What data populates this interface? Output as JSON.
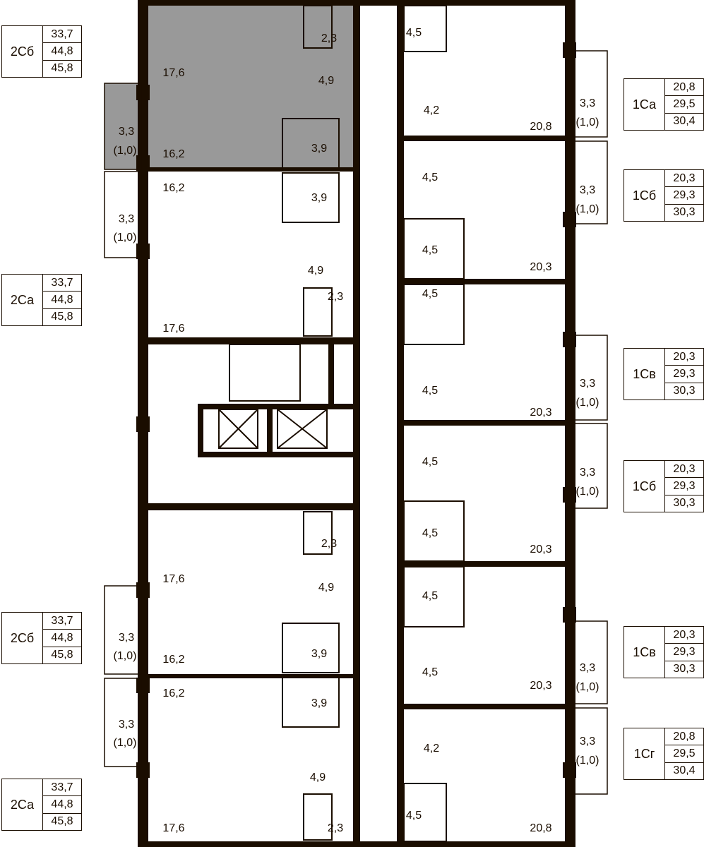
{
  "colors": {
    "wall": "#1a0d00",
    "highlight": "#999999",
    "line": "#1a0d00",
    "bg": "#ffffff"
  },
  "legends": [
    {
      "code": "2Сб",
      "values": [
        "33,7",
        "44,8",
        "45,8"
      ]
    },
    {
      "code": "2Са",
      "values": [
        "33,7",
        "44,8",
        "45,8"
      ]
    },
    {
      "code": "2Сб",
      "values": [
        "33,7",
        "44,8",
        "45,8"
      ]
    },
    {
      "code": "2Са",
      "values": [
        "33,7",
        "44,8",
        "45,8"
      ]
    },
    {
      "code": "1Са",
      "values": [
        "20,8",
        "29,5",
        "30,4"
      ]
    },
    {
      "code": "1Сб",
      "values": [
        "20,3",
        "29,3",
        "30,3"
      ]
    },
    {
      "code": "1Св",
      "values": [
        "20,3",
        "29,3",
        "30,3"
      ]
    },
    {
      "code": "1Сб",
      "values": [
        "20,3",
        "29,3",
        "30,3"
      ]
    },
    {
      "code": "1Св",
      "values": [
        "20,3",
        "29,3",
        "30,3"
      ]
    },
    {
      "code": "1Сг",
      "values": [
        "20,8",
        "29,5",
        "30,4"
      ]
    }
  ],
  "rooms": [
    "2,3",
    "17,6",
    "4,9",
    "3,3",
    "(1,0)",
    "16,2",
    "3,9",
    "16,2",
    "3,9",
    "3,3",
    "(1,0)",
    "4,9",
    "17,6",
    "2,3",
    "2,3",
    "17,6",
    "4,9",
    "3,3",
    "(1,0)",
    "16,2",
    "3,9",
    "16,2",
    "3,9",
    "3,3",
    "(1,0)",
    "4,9",
    "17,6",
    "2,3",
    "4,5",
    "4,2",
    "20,8",
    "3,3",
    "(1,0)",
    "4,5",
    "3,3",
    "(1,0)",
    "4,5",
    "20,3",
    "4,5",
    "4,5",
    "20,3",
    "3,3",
    "(1,0)",
    "4,5",
    "3,3",
    "(1,0)",
    "4,5",
    "20,3",
    "4,5",
    "4,5",
    "20,3",
    "3,3",
    "(1,0)",
    "4,2",
    "3,3",
    "(1,0)",
    "4,5",
    "20,8"
  ]
}
